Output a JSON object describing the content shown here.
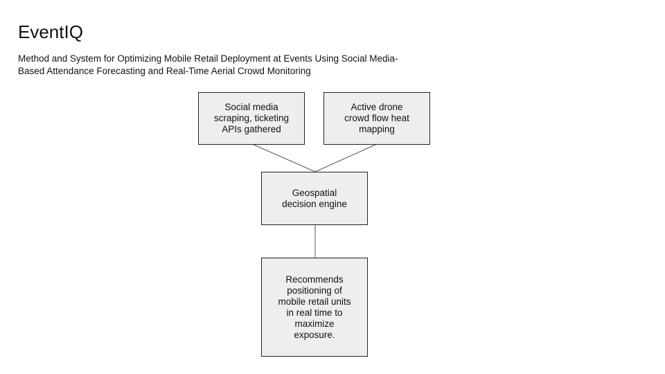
{
  "title": "EventIQ",
  "subtitle": "Method and System for Optimizing Mobile Retail Deployment at Events Using Social Media-Based Attendance Forecasting and Real-Time Aerial Crowd Monitoring",
  "nodes": {
    "social": "Social media scraping, ticketing APIs gathered",
    "drone": "Active drone crowd flow heat mapping",
    "engine": "Geospatial decision engine",
    "output": "Recommends positioning of mobile retail units in real time to maximize exposure."
  }
}
